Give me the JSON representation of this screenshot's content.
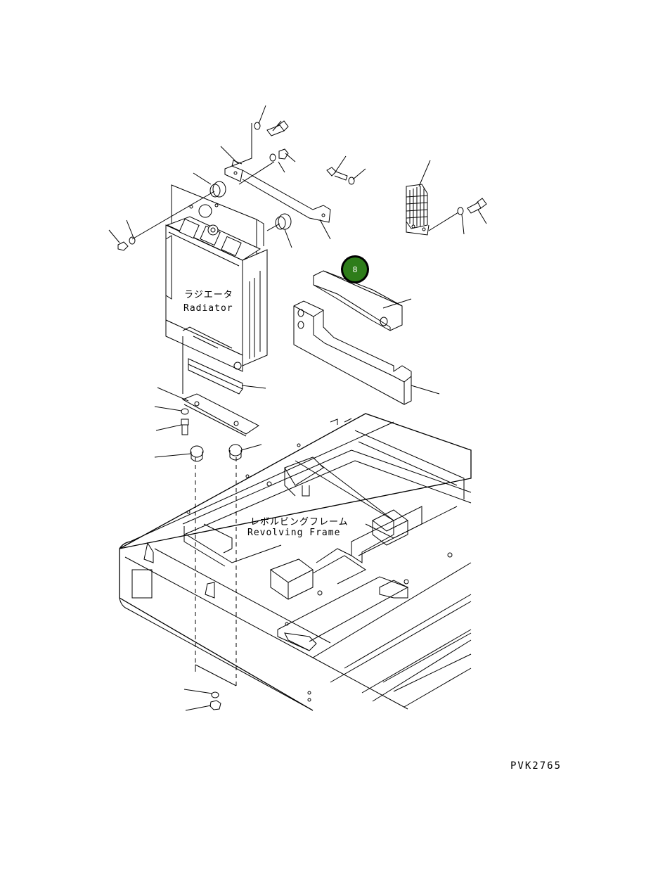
{
  "labels": {
    "radiator_jp": "ラジエータ",
    "radiator_en": "Radiator",
    "frame_jp": "レボルビングフレーム",
    "frame_en": "Revolving Frame"
  },
  "drawing_code": "PVK2765",
  "callout": {
    "number": "8",
    "color": "#2e7d1a"
  }
}
